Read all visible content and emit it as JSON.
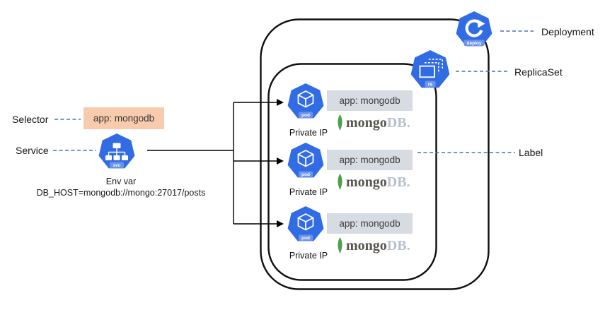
{
  "colors": {
    "k8s_blue": "#326CE5",
    "k8s_pill_blue": "#6C93EA",
    "selector_box_fill": "#F8CBAD",
    "label_box_fill": "#D7DBE2",
    "dashed_line_blue": "#4472C4",
    "mongo_leaf_green": "#4AA147",
    "connector_black": "#000000"
  },
  "left_panel": {
    "selector_label": "Selector",
    "selector_box_text": "app: mongodb",
    "service_label": "Service",
    "service_icon_text": "svc",
    "env_var_title": "Env var",
    "env_var_value": "DB_HOST=mongodb://mongo:27017/posts"
  },
  "right_labels": {
    "deployment": "Deployment",
    "replicaset": "ReplicaSet",
    "label": "Label"
  },
  "deployment_icon_text": "deploy",
  "replicaset_icon_text": "rs",
  "pods": [
    {
      "icon_text": "pod",
      "private_ip": "Private IP",
      "app_label": "app: mongodb",
      "mongo_word": "mongo",
      "mongo_suffix": "DB."
    },
    {
      "icon_text": "pod",
      "private_ip": "Private IP",
      "app_label": "app: mongodb",
      "mongo_word": "mongo",
      "mongo_suffix": "DB."
    },
    {
      "icon_text": "pod",
      "private_ip": "Private IP",
      "app_label": "app: mongodb",
      "mongo_word": "mongo",
      "mongo_suffix": "DB."
    }
  ]
}
